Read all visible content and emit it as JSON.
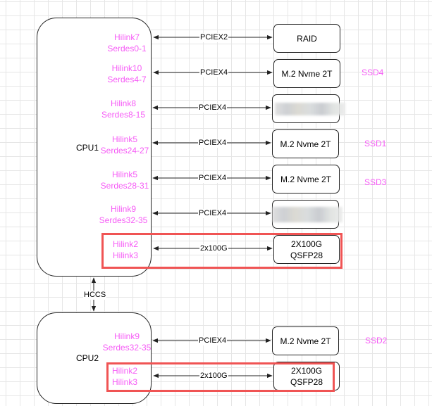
{
  "cpu1": {
    "label": "CPU1",
    "ports": [
      {
        "line1": "Hilink7",
        "line2": "Serdes0-1",
        "link": "PCIEX2",
        "device": "RAID",
        "device_line2": "",
        "tag": ""
      },
      {
        "line1": "Hilink10",
        "line2": "Serdes4-7",
        "link": "PCIEX4",
        "device": "M.2 Nvme 2T",
        "device_line2": "",
        "tag": "SSD4"
      },
      {
        "line1": "Hilink8",
        "line2": "Serdes8-15",
        "link": "PCIEX4",
        "device": "",
        "device_line2": "",
        "tag": "",
        "redacted": true
      },
      {
        "line1": "Hilink5",
        "line2": "Serdes24-27",
        "link": "PCIEX4",
        "device": "M.2 Nvme 2T",
        "device_line2": "",
        "tag": "SSD1"
      },
      {
        "line1": "Hilink5",
        "line2": "Serdes28-31",
        "link": "PCIEX4",
        "device": "M.2 Nvme 2T",
        "device_line2": "",
        "tag": "SSD3"
      },
      {
        "line1": "Hilink9",
        "line2": "Serdes32-35",
        "link": "PCIEX4",
        "device": "",
        "device_line2": "",
        "tag": "",
        "redacted": true
      },
      {
        "line1": "Hilink2",
        "line2": "Hilink3",
        "link": "2x100G",
        "device": "2X100G",
        "device_line2": "QSFP28",
        "tag": "",
        "highlighted": true
      }
    ]
  },
  "interconnect": {
    "label": "HCCS"
  },
  "cpu2": {
    "label": "CPU2",
    "ports": [
      {
        "line1": "Hilink9",
        "line2": "Serdes32-35",
        "link": "PCIEX4",
        "device": "M.2 Nvme 2T",
        "device_line2": "",
        "tag": "SSD2"
      },
      {
        "line1": "Hilink2",
        "line2": "Hilink3",
        "link": "2x100G",
        "device": "2X100G",
        "device_line2": "QSFP28",
        "tag": "",
        "highlighted": true
      }
    ]
  },
  "colors": {
    "port_label": "#f65cf6",
    "highlight": "#f05454",
    "line": "#222222"
  }
}
